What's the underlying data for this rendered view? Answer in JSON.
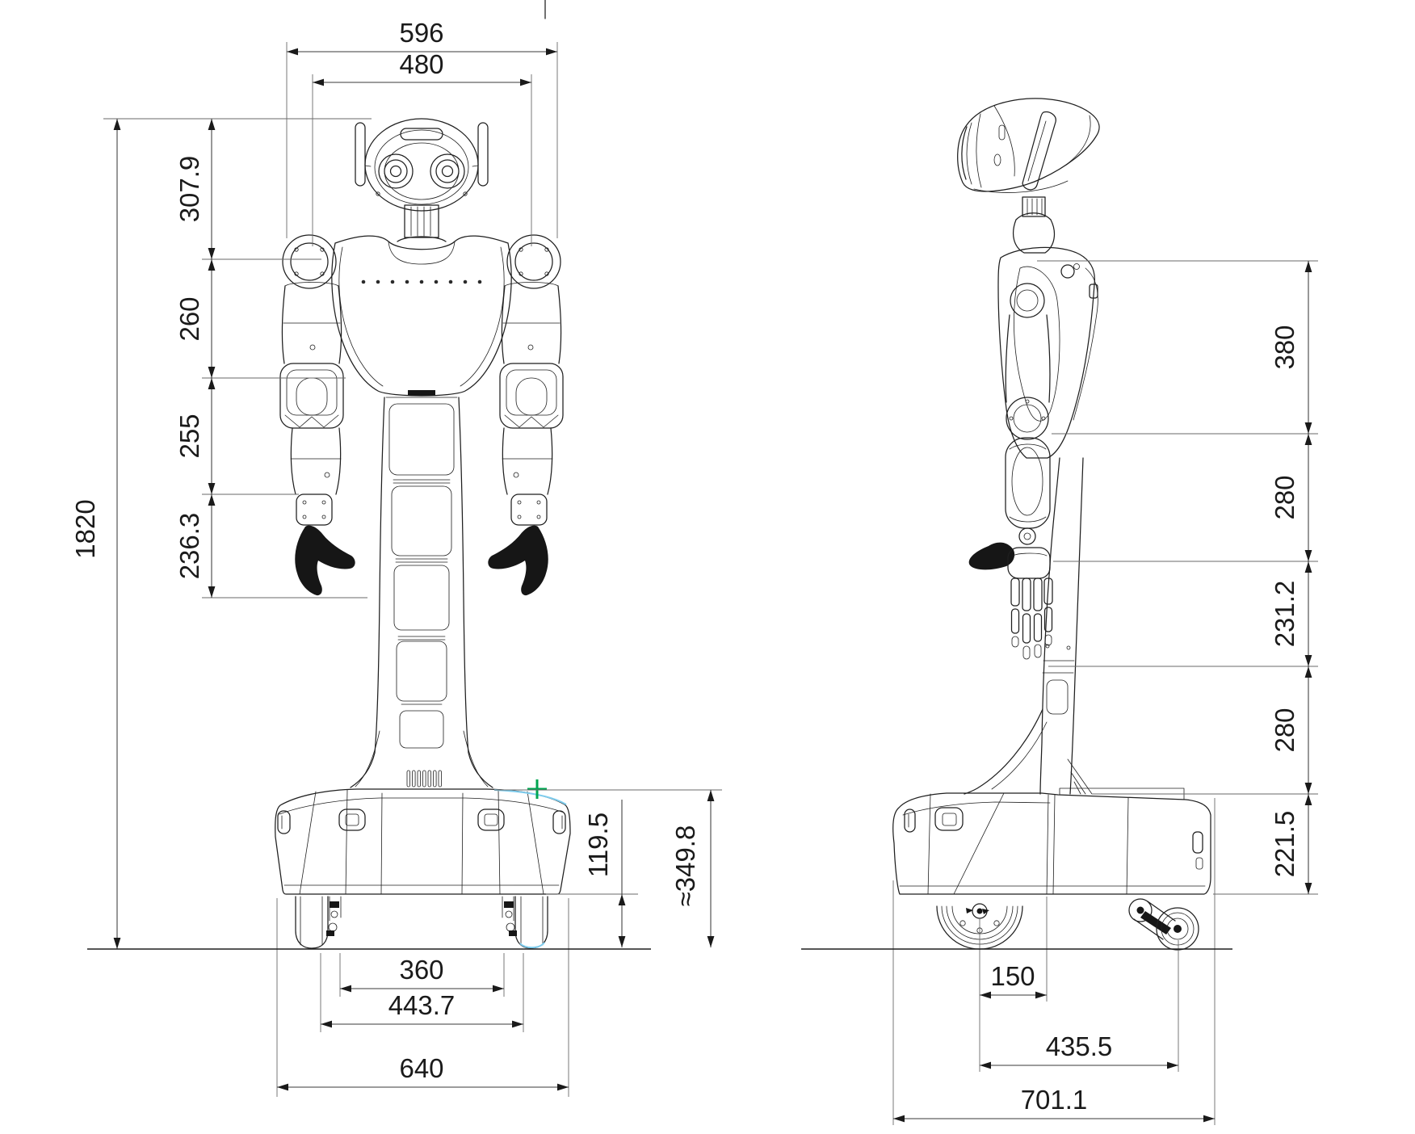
{
  "front_view": {
    "dims": {
      "shoulder_width": "596",
      "shoulder_pivot_span": "480",
      "overall_height": "1820",
      "head_to_shoulder": "307.9",
      "shoulder_to_elbow": "260",
      "elbow_to_wrist": "255",
      "wrist_to_fingertip": "236.3",
      "base_skirt_height": "119.5",
      "base_overall_height": "≈349.8",
      "wheel_track": "360",
      "wheel_track_outer": "443.7",
      "base_width": "640"
    }
  },
  "side_view": {
    "dims": {
      "shoulder_drop": "380",
      "elbow_drop": "280",
      "hand_drop": "231.2",
      "column_drop": "280",
      "base_height": "221.5",
      "wheel_to_column": "150",
      "wheelbase": "435.5",
      "base_length": "701.1"
    }
  },
  "colors": {
    "line": "#1f1f1f",
    "dim_line": "#3a3a3a",
    "accent_green": "#00A651",
    "accent_cyan": "#7FCDEE"
  }
}
